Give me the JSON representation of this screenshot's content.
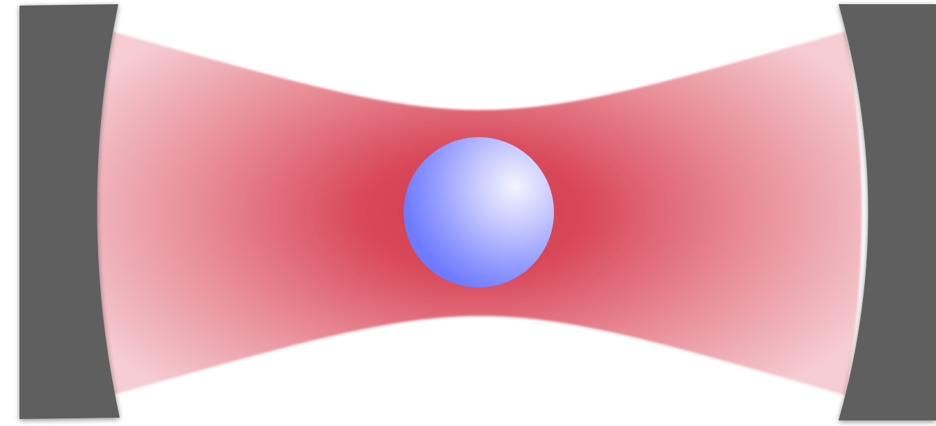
{
  "diagram": {
    "type": "optical cavity with trapped particle",
    "colors": {
      "background": "#ffffff",
      "mirror": "#5e5e5e",
      "beam_center": "#d63a4b",
      "beam_edge": "#f6cdd3",
      "particle_highlight": "#f4f4ff",
      "particle_shadow": "#6f7bff"
    },
    "elements": [
      {
        "name": "left-mirror",
        "shape": "concave mirror"
      },
      {
        "name": "right-mirror",
        "shape": "concave mirror"
      },
      {
        "name": "laser-beam",
        "shape": "gaussian beam with waist"
      },
      {
        "name": "trapped-particle",
        "shape": "sphere"
      }
    ]
  }
}
